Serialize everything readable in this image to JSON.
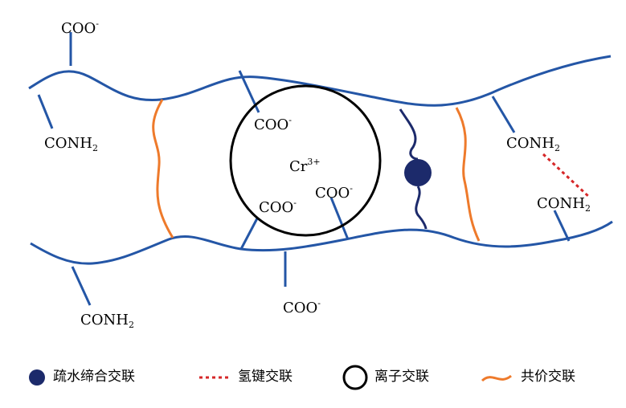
{
  "labels": {
    "coo_top": "COO",
    "coo_top_charge": "-",
    "conh2_left": "CONH",
    "conh2_left_sub": "2",
    "coo_circle_1": "COO",
    "coo_circle_1_charge": "-",
    "cr_ion": "Cr",
    "cr_ion_charge": "3+",
    "coo_circle_2": "COO",
    "coo_circle_2_charge": "-",
    "coo_circle_3": "COO",
    "coo_circle_3_charge": "-",
    "conh2_right_1": "CONH",
    "conh2_right_1_sub": "2",
    "conh2_right_2": "CONH",
    "conh2_right_2_sub": "2",
    "conh2_bottom": "CONH",
    "conh2_bottom_sub": "2",
    "coo_bottom": "COO",
    "coo_bottom_charge": "-"
  },
  "legend": {
    "hydrophobic": "疏水缔合交联",
    "hydrogen_bond": "氢键交联",
    "ionic": "离子交联",
    "covalent": "共价交联"
  },
  "colors": {
    "chain": "#2456a6",
    "covalent": "#ee7a2b",
    "hydrogen_bond": "#d62728",
    "hydrophobic": "#1c2a6b",
    "ion_circle": "#000000"
  }
}
